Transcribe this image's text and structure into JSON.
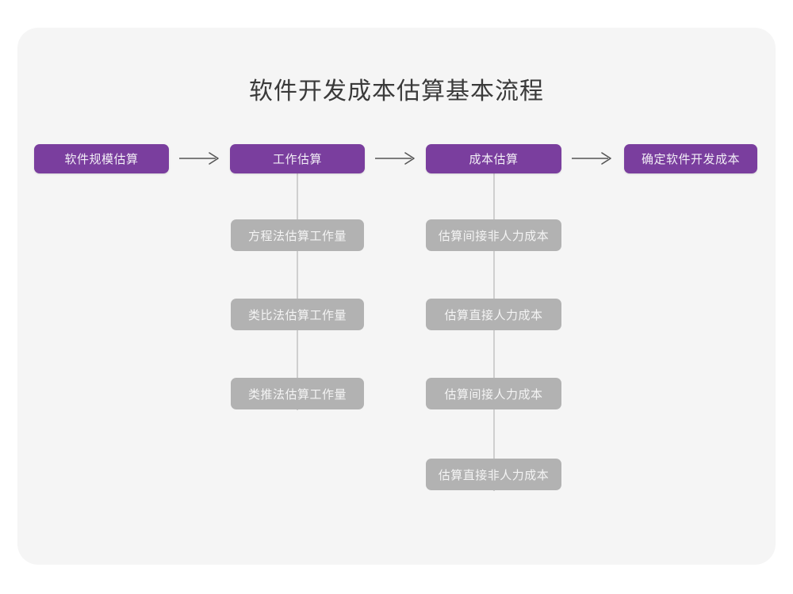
{
  "page": {
    "background_color": "#ffffff",
    "card_color": "#f5f5f5"
  },
  "header": {
    "title": "软件开发成本估算基本流程",
    "title_color": "#3a3a3a"
  },
  "palette": {
    "stage_color": "#7a3e9e",
    "stage_text_color": "#f2eef6",
    "sub_color": "#b2b2b2",
    "sub_text_color": "#f4f4f4",
    "connector_color": "#cfcfcf",
    "arrow_color": "#555555"
  },
  "chart_data": {
    "type": "diagram",
    "title": "软件开发成本估算基本流程",
    "orientation": "left-to-right with vertical sub-branches",
    "stages": [
      {
        "id": "stage-1",
        "label": "软件规模估算",
        "substeps": []
      },
      {
        "id": "stage-2",
        "label": "工作估算",
        "substeps": [
          "方程法估算工作量",
          "类比法估算工作量",
          "类推法估算工作量"
        ]
      },
      {
        "id": "stage-3",
        "label": "成本估算",
        "substeps": [
          "估算间接非人力成本",
          "估算直接人力成本",
          "估算间接人力成本",
          "估算直接非人力成本"
        ]
      },
      {
        "id": "stage-4",
        "label": "确定软件开发成本",
        "substeps": []
      }
    ],
    "connectors": [
      {
        "from": "stage-1",
        "to": "stage-2",
        "type": "arrow"
      },
      {
        "from": "stage-2",
        "to": "stage-3",
        "type": "arrow"
      },
      {
        "from": "stage-3",
        "to": "stage-4",
        "type": "arrow"
      }
    ]
  }
}
